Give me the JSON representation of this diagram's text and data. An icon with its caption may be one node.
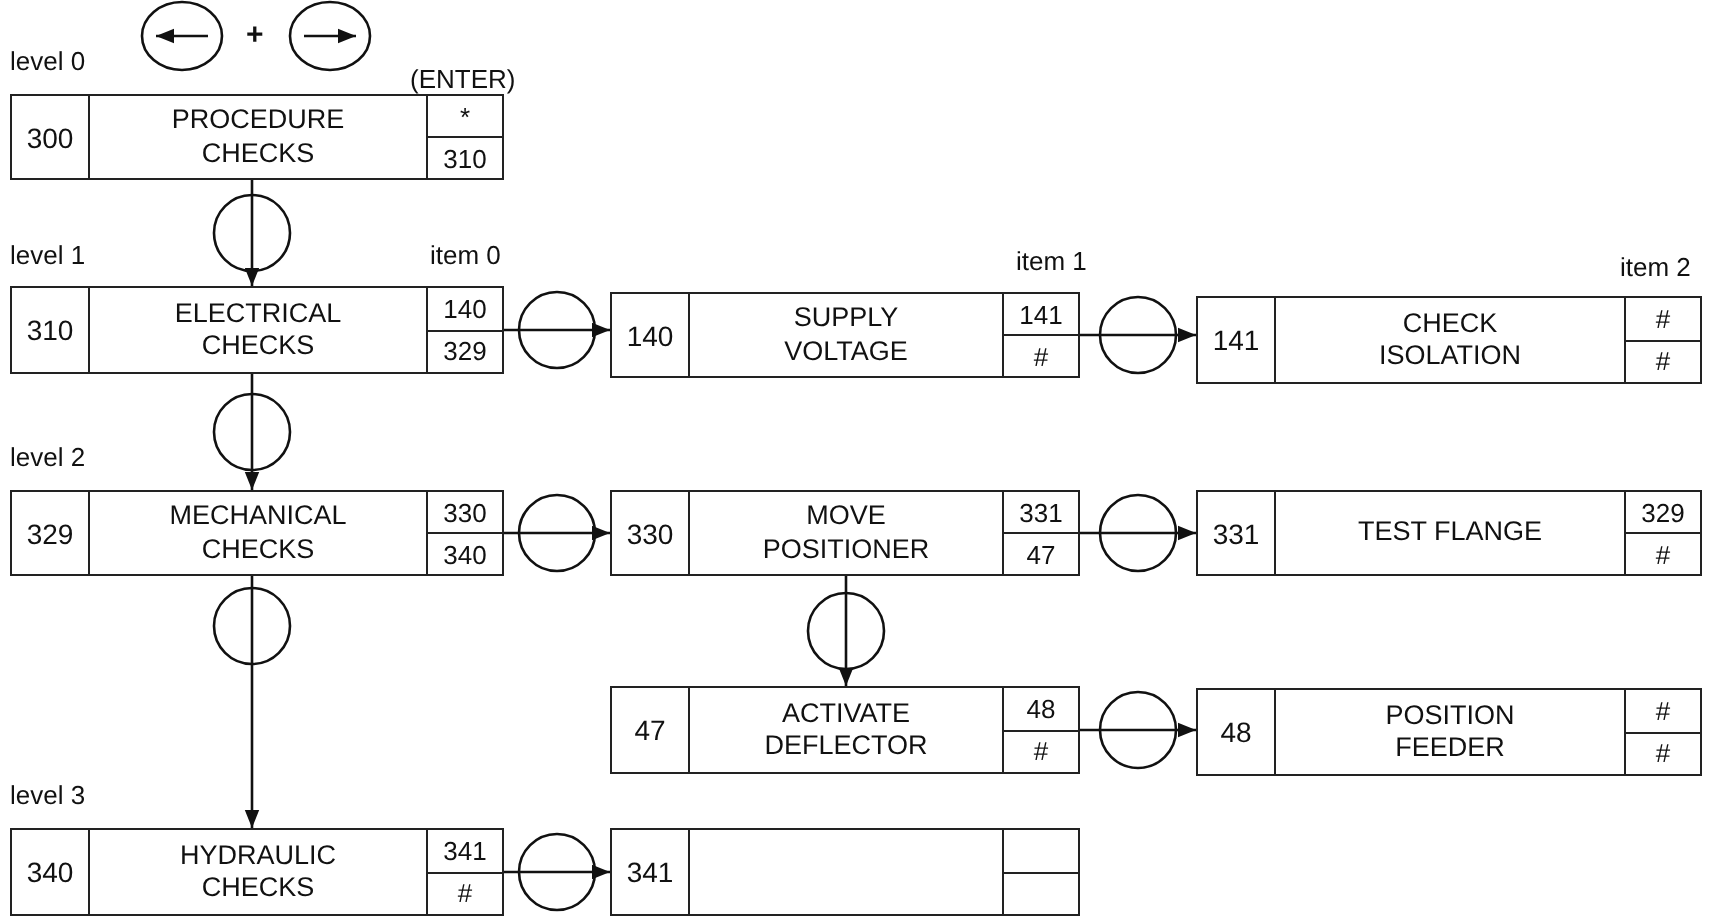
{
  "diagram": {
    "nodes": [
      {
        "text": [
          "300",
          "PROCEDURE CHECKS",
          "*",
          "310"
        ]
      },
      {
        "text": [
          "310",
          "ELECTRICAL CHECKS",
          "140",
          "329"
        ]
      },
      {
        "text": [
          "140",
          "SUPPLY VOLTAGE",
          "141",
          "#"
        ]
      },
      {
        "text": [
          "141",
          "CHECK ISOLATION",
          "#",
          "#"
        ]
      },
      {
        "text": [
          "329",
          "MECHANICAL CHECKS",
          "330",
          "340"
        ]
      },
      {
        "text": [
          "330",
          "MOVE POSITIONER",
          "331",
          "47"
        ]
      },
      {
        "text": [
          "331",
          "TEST FLANGE",
          "329",
          "#"
        ]
      },
      {
        "text": [
          "47",
          "ACTIVATE DEFLECTOR",
          "48",
          "#"
        ]
      },
      {
        "text": [
          "48",
          "POSITION FEEDER",
          "#",
          "#"
        ]
      },
      {
        "text": [
          "340",
          "HYDRAULIC CHECKS",
          "341",
          "#"
        ]
      },
      {
        "text": [
          "341"
        ]
      }
    ],
    "edges": [
      {
        "from": 0,
        "to": 1,
        "arrow": "to"
      },
      {
        "from": 1,
        "to": 2,
        "arrow": "to"
      },
      {
        "from": 2,
        "to": 3,
        "arrow": "to"
      },
      {
        "from": 1,
        "to": 4,
        "arrow": "to"
      },
      {
        "from": 4,
        "to": 5,
        "arrow": "to"
      },
      {
        "from": 5,
        "to": 6,
        "arrow": "to"
      },
      {
        "from": 5,
        "to": 7,
        "arrow": "to"
      },
      {
        "from": 7,
        "to": 8,
        "arrow": "to"
      },
      {
        "from": 4,
        "to": 9,
        "arrow": "to"
      },
      {
        "from": 9,
        "to": 10,
        "arrow": "to"
      }
    ],
    "labels": [
      "level 0",
      "+",
      "(ENTER)",
      "level 1",
      "item 0",
      "item 1",
      "item 2",
      "level 2",
      "level 3"
    ]
  }
}
